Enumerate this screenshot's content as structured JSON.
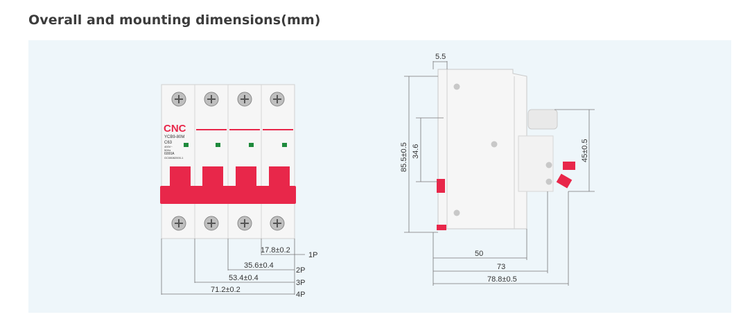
{
  "heading": "Overall and mounting dimensions(mm)",
  "front_view": {
    "brand": "CNC",
    "model": "YCB9-80M",
    "rating": "C63",
    "breaking_capacity": "6000A",
    "small_text": [
      "400V~",
      "50Hz",
      "GC08082000-1"
    ],
    "poles": [
      {
        "width": "17.8±0.2",
        "label": "1P"
      },
      {
        "width": "35.6±0.4",
        "label": "2P"
      },
      {
        "width": "53.4±0.4",
        "label": "3P"
      },
      {
        "width": "71.2±0.2",
        "label": "4P"
      }
    ]
  },
  "side_view": {
    "top_offset": "5.5",
    "overall_height": "85.5±0.5",
    "rail_height": "34.6",
    "handle_height": "45±0.5",
    "depths": [
      "50",
      "73",
      "78.8±0.5"
    ]
  },
  "colors": {
    "handle": "#e8274a",
    "accent": "#e8274a",
    "body": "#f7f7f7",
    "line": "#666666"
  }
}
